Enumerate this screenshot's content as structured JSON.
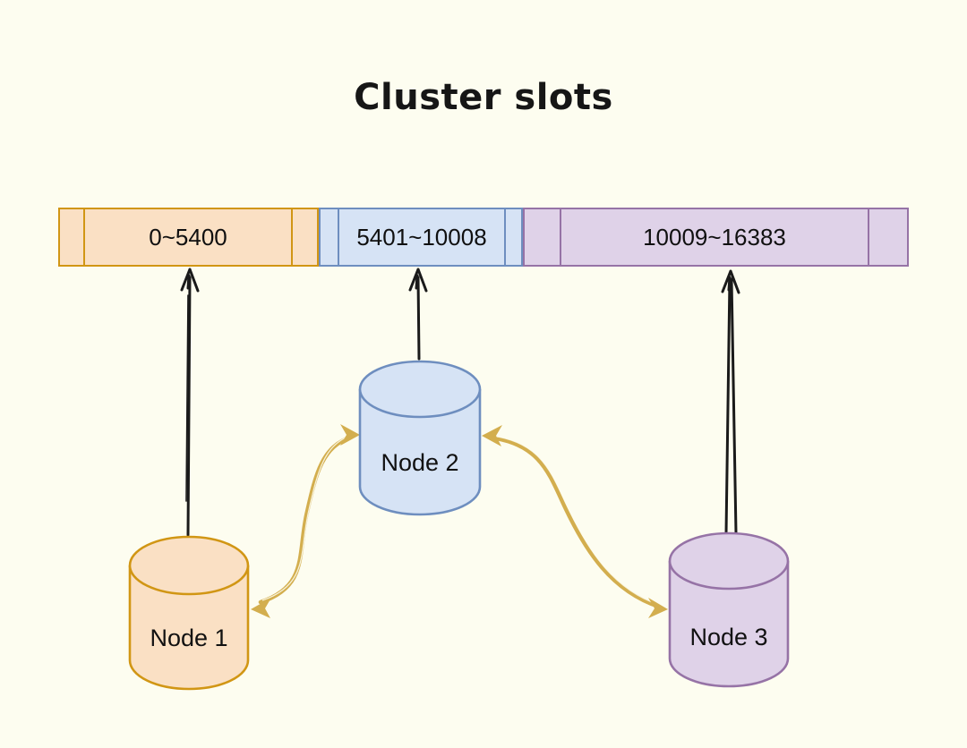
{
  "title": "Cluster slots",
  "slots_bar": {
    "segments": [
      {
        "node": "Node 1",
        "label": "0~5400",
        "fill": "#FAE0C4",
        "border": "#D19614"
      },
      {
        "node": "Node 2",
        "label": "5401~10008",
        "fill": "#D6E3F5",
        "border": "#6E8EBF"
      },
      {
        "node": "Node 3",
        "label": "10009~16383",
        "fill": "#DFD2E8",
        "border": "#9673A6"
      }
    ],
    "slot_range_total": [
      0,
      16383
    ]
  },
  "nodes": [
    {
      "label": "Node 1",
      "fill": "#FAE0C4",
      "border": "#D19614"
    },
    {
      "label": "Node 2",
      "fill": "#D6E3F5",
      "border": "#6E8EBF"
    },
    {
      "label": "Node 3",
      "fill": "#DFD2E8",
      "border": "#9673A6"
    }
  ],
  "colors": {
    "background": "#FDFDF0",
    "slot_arrow": "#1A1A1A",
    "node_link_arrow": "#D3AE4E"
  }
}
